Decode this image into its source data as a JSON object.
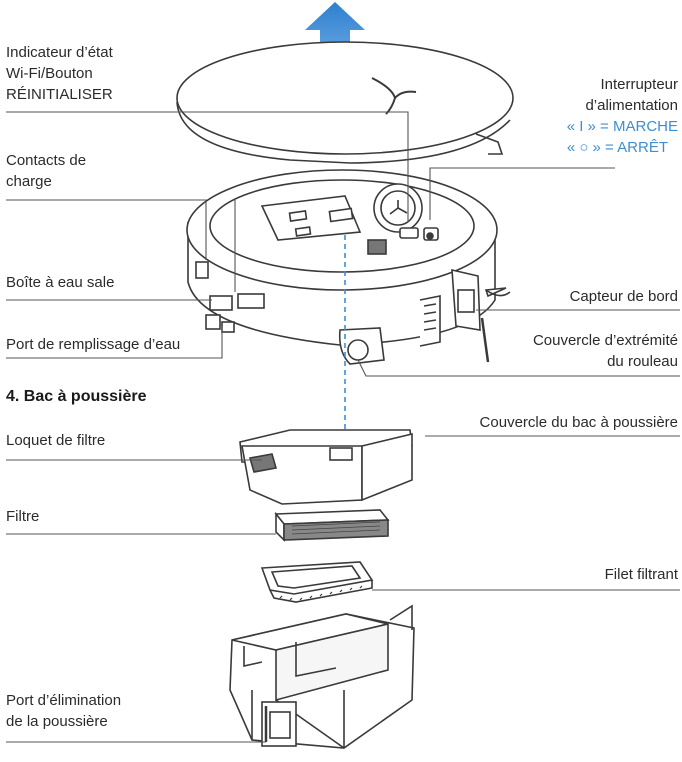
{
  "labels": {
    "wifi_line1": "Indicateur d’état",
    "wifi_line2": "Wi-Fi/Bouton",
    "wifi_line3": "RÉINITIALISER",
    "power_line1": "Interrupteur",
    "power_line2": "d’alimentation",
    "power_on": "« I » = MARCHE",
    "power_off": "« ○ » = ARRÊT",
    "charge_line1": "Contacts de",
    "charge_line2": "charge",
    "dirty_water": "Boîte à eau sale",
    "edge_sensor": "Capteur de bord",
    "water_fill": "Port de remplissage d’eau",
    "roller_line1": "Couvercle d’extrémité",
    "roller_line2": "du rouleau",
    "section_title": "4. Bac à poussière",
    "bin_cover": "Couvercle du bac à poussière",
    "filter_latch": "Loquet de filtre",
    "filter": "Filtre",
    "filter_mesh": "Filet filtrant",
    "dust_line1": "Port d’élimination",
    "dust_line2": "de la poussière"
  },
  "colors": {
    "accent_blue": "#3d8fd1",
    "arrow_blue": "#3a8fd6",
    "line": "#555555",
    "outline": "#3a3a3a"
  }
}
